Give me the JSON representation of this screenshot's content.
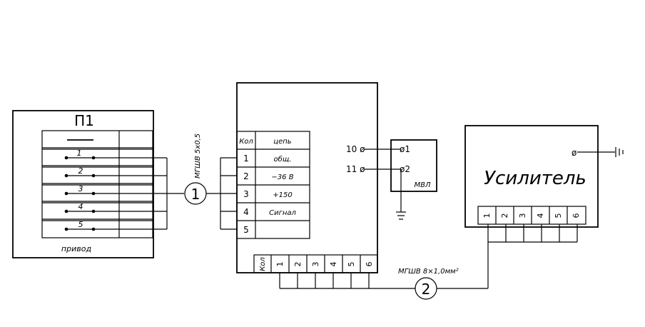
{
  "drive": {
    "title": "П1",
    "caption": "привод",
    "contacts": [
      "1",
      "2",
      "3",
      "4",
      "5"
    ]
  },
  "cable1": {
    "number": "1",
    "label": "МГШВ 5х0,5"
  },
  "block": {
    "table_head_num": "Кол",
    "table_head_circuit": "цепь",
    "rows": [
      {
        "num": "1",
        "circuit": "общ."
      },
      {
        "num": "2",
        "circuit": "−36 В"
      },
      {
        "num": "3",
        "circuit": "+150"
      },
      {
        "num": "4",
        "circuit": "Сигнал"
      },
      {
        "num": "5",
        "circuit": ""
      }
    ],
    "bottom_head": "Кол",
    "bottom_pins": [
      "1",
      "2",
      "3",
      "4",
      "5",
      "6"
    ],
    "term10": "10 ø",
    "term11": "11 ø"
  },
  "mvl": {
    "pin1": "ø1",
    "pin2": "ø2",
    "label": "МВЛ"
  },
  "cable2": {
    "number": "2",
    "label": "МГШВ 8×1,0мм²"
  },
  "amplifier": {
    "title": "Усилитель",
    "ground_term": "ø",
    "pins": [
      "1",
      "2",
      "3",
      "4",
      "5",
      "6"
    ]
  }
}
